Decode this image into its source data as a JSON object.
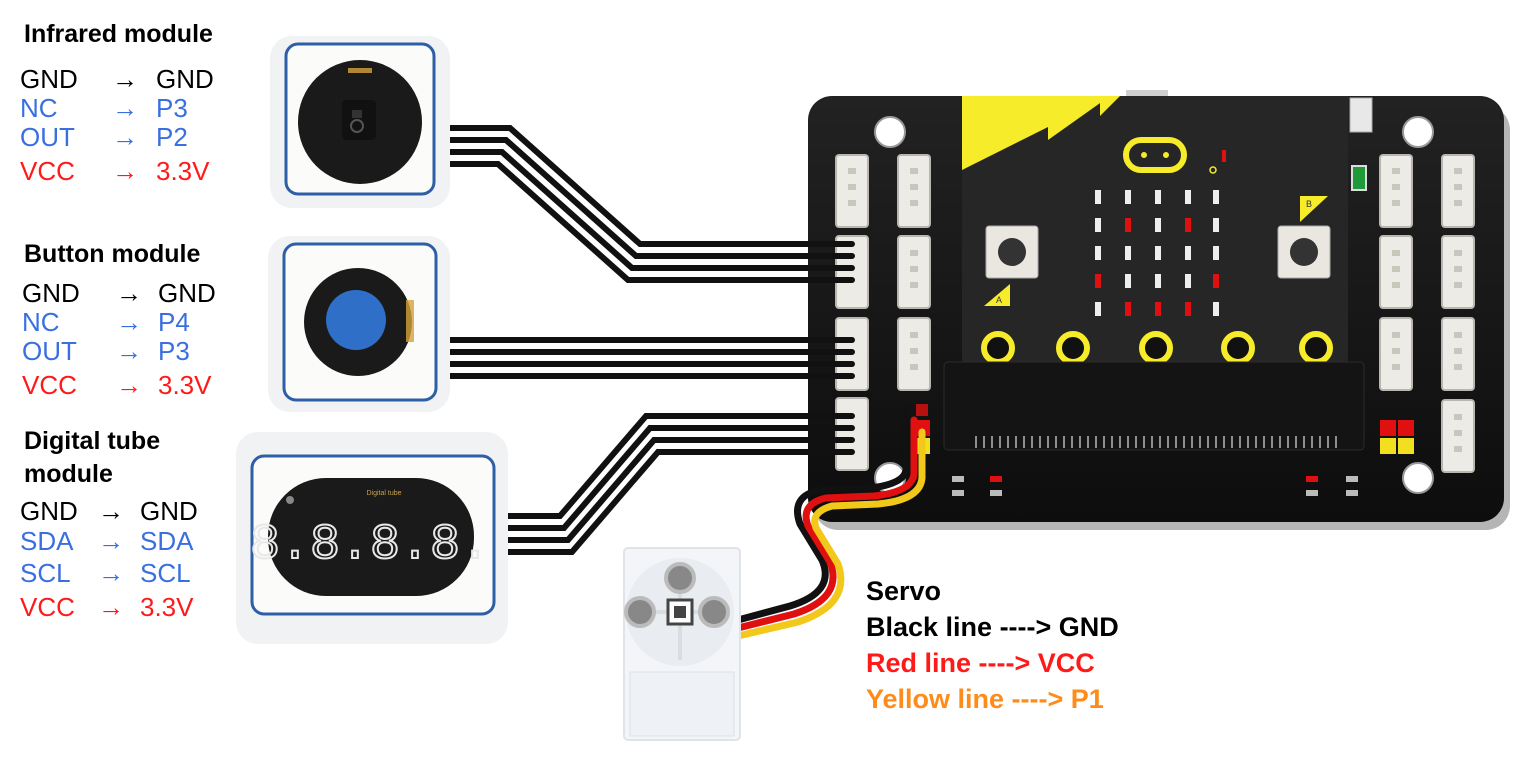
{
  "modules": [
    {
      "title": "Infrared module",
      "pins": [
        {
          "from": "GND",
          "arrow": "→",
          "to": "GND",
          "color": "#000000"
        },
        {
          "from": "NC",
          "arrow": "→",
          "to": "P3",
          "color": "#3a6fe0"
        },
        {
          "from": "OUT",
          "arrow": "→",
          "to": "P2",
          "color": "#3a6fe0"
        },
        {
          "from": "VCC",
          "arrow": "→",
          "to": "3.3V",
          "color": "#ff1a1a"
        }
      ]
    },
    {
      "title": "Button module",
      "pins": [
        {
          "from": "GND",
          "arrow": "→",
          "to": "GND",
          "color": "#000000"
        },
        {
          "from": "NC",
          "arrow": "→",
          "to": "P4",
          "color": "#3a6fe0"
        },
        {
          "from": "OUT",
          "arrow": "→",
          "to": "P3",
          "color": "#3a6fe0"
        },
        {
          "from": "VCC",
          "arrow": "→",
          "to": "3.3V",
          "color": "#ff1a1a"
        }
      ]
    },
    {
      "title_line1": "Digital tube",
      "title_line2": "module",
      "pins": [
        {
          "from": "GND",
          "arrow": "→",
          "to": "GND",
          "color": "#000000"
        },
        {
          "from": "SDA",
          "arrow": "→",
          "to": "SDA",
          "color": "#3a6fe0"
        },
        {
          "from": "SCL",
          "arrow": "→",
          "to": "SCL",
          "color": "#3a6fe0"
        },
        {
          "from": "VCC",
          "arrow": "→",
          "to": "3.3V",
          "color": "#ff1a1a"
        }
      ]
    }
  ],
  "servo": {
    "title": "Servo",
    "lines": [
      {
        "text": "Black line ----> GND",
        "color": "#000000"
      },
      {
        "text": "Red line ----> VCC",
        "color": "#ff1a1a"
      },
      {
        "text": "Yellow line ----> P1",
        "color": "#ff8c1a"
      }
    ]
  },
  "labels": {
    "tube_caption": "Digital tube",
    "btn_a": "A",
    "btn_b": "B"
  },
  "colors": {
    "board": "#161616",
    "microbit_accent": "#f7ec2a",
    "frame_blue": "#2d5fa6",
    "wire": "#111111",
    "led_red": "#e01010",
    "button_blue": "#2f6fc8"
  }
}
